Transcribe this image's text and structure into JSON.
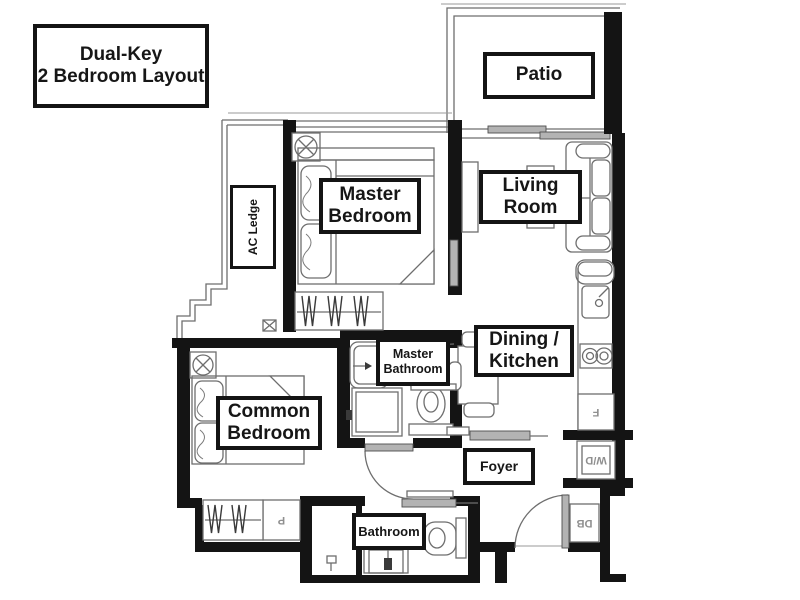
{
  "title": {
    "line1": "Dual-Key",
    "line2": "2 Bedroom Layout"
  },
  "rooms": {
    "patio": {
      "label": "Patio"
    },
    "master_bedroom": {
      "line1": "Master",
      "line2": "Bedroom"
    },
    "living_room": {
      "line1": "Living",
      "line2": "Room"
    },
    "ac_ledge": {
      "label": "AC Ledge"
    },
    "dining_kitchen": {
      "line1": "Dining /",
      "line2": "Kitchen"
    },
    "master_bathroom": {
      "line1": "Master",
      "line2": "Bathroom"
    },
    "common_bedroom": {
      "line1": "Common",
      "line2": "Bedroom"
    },
    "foyer": {
      "label": "Foyer"
    },
    "bathroom": {
      "label": "Bathroom"
    }
  },
  "fixtures": {
    "fridge": "F",
    "washer_dryer": "W/D",
    "distribution_board": "DB",
    "cabinet": "P"
  },
  "colors": {
    "wall": "#141414",
    "label_border": "#141414",
    "thin_line": "#6e6e6e",
    "furniture_gray": "#b3b3b3",
    "appliance_text": "#8f8f8f",
    "background": "#ffffff"
  }
}
